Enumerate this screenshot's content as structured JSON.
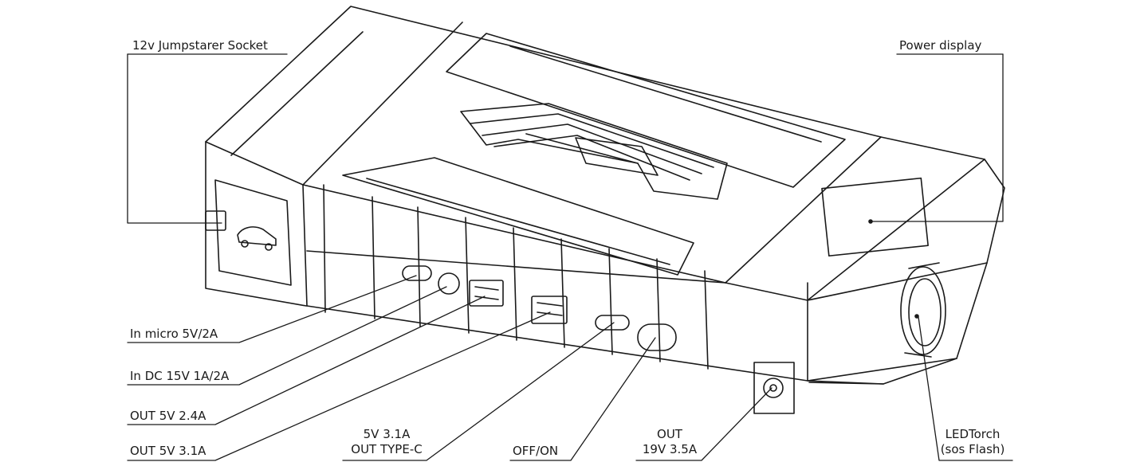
{
  "labels": {
    "jumpstarter_socket": "12v Jumpstarer Socket",
    "power_display": "Power display",
    "in_micro": "In micro 5V/2A",
    "in_dc": "In DC 15V 1A/2A",
    "out_usb_24": "OUT 5V  2.4A",
    "out_usb_31": "OUT 5V  3.1A",
    "type_c_line1": "5V 3.1A",
    "type_c_line2": "OUT TYPE-C",
    "off_on": "OFF/ON",
    "out19_line1": "OUT",
    "out19_line2": "19V 3.5A",
    "torch_line1": "LEDTorch",
    "torch_line2": "(sos Flash)"
  },
  "colors": {
    "stroke": "#1a1a1a",
    "background": "#ffffff"
  }
}
